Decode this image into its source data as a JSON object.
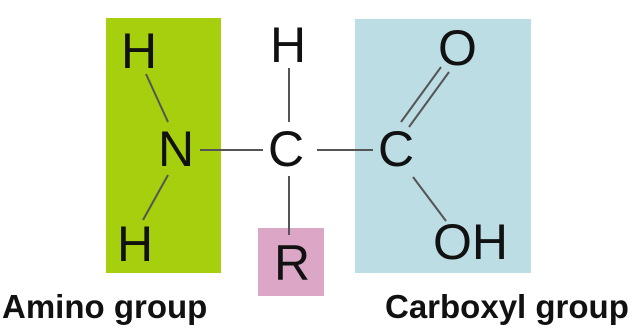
{
  "diagram": {
    "atoms": {
      "amino_h_top": "H",
      "nitrogen": "N",
      "amino_h_bottom": "H",
      "alpha_h": "H",
      "alpha_carbon": "C",
      "side_chain": "R",
      "carboxyl_carbon": "C",
      "carbonyl_oxygen": "O",
      "hydroxyl": "OH"
    },
    "labels": {
      "amino_group": "Amino group",
      "carboxyl_group": "Carboxyl group"
    },
    "colors": {
      "amino_box": "#a6cf0d",
      "r_box": "#dca6c6",
      "carboxyl_box": "#bcdde3",
      "bond": "#555555",
      "text": "#111111"
    }
  }
}
